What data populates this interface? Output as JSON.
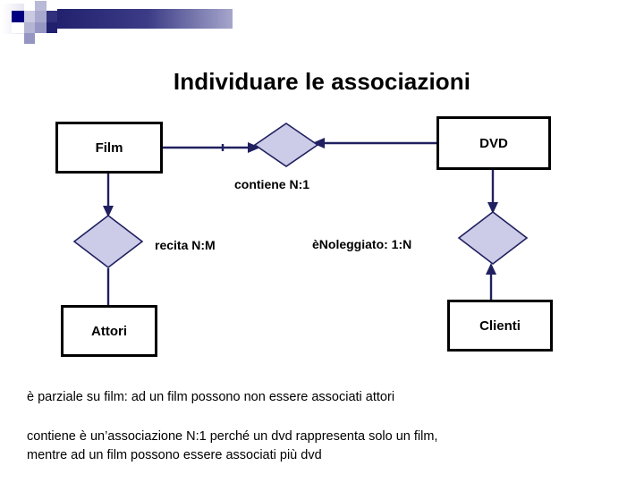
{
  "slide": {
    "title": "Individuare le associazioni",
    "background_color": "#ffffff"
  },
  "decoration": {
    "name": "mosaic-band",
    "colors": {
      "dark_navy": "#000080",
      "band_start": "#2a2a7a",
      "band_end": "#8d8dbd",
      "tile_light": "#c8c8e0",
      "tile_mid": "#9a9ac8"
    }
  },
  "diagram": {
    "type": "entity-relationship",
    "colors": {
      "entity_border": "#000000",
      "entity_fill": "#ffffff",
      "diamond_fill": "#ccccE8",
      "diamond_border": "#202060",
      "connector": "#202060"
    },
    "entities": [
      {
        "id": "film",
        "label": "Film"
      },
      {
        "id": "dvd",
        "label": "DVD"
      },
      {
        "id": "attori",
        "label": "Attori"
      },
      {
        "id": "clienti",
        "label": "Clienti"
      }
    ],
    "relationships": [
      {
        "id": "contiene",
        "label": "contiene N:1",
        "cardinality": "N:1",
        "from": "film",
        "to": "dvd"
      },
      {
        "id": "recita",
        "label": "recita N:M",
        "cardinality": "N:M",
        "from": "film",
        "to": "attori"
      },
      {
        "id": "noleggiato",
        "label": "èNoleggiato: 1:N",
        "cardinality": "1:N",
        "from": "dvd",
        "to": "clienti"
      }
    ]
  },
  "notes": {
    "lines": [
      "è parziale su film: ad un film possono non essere associati attori",
      "contiene è un’associazione N:1 perché un dvd rappresenta solo un film,",
      "mentre ad un film possono essere associati più dvd"
    ]
  }
}
